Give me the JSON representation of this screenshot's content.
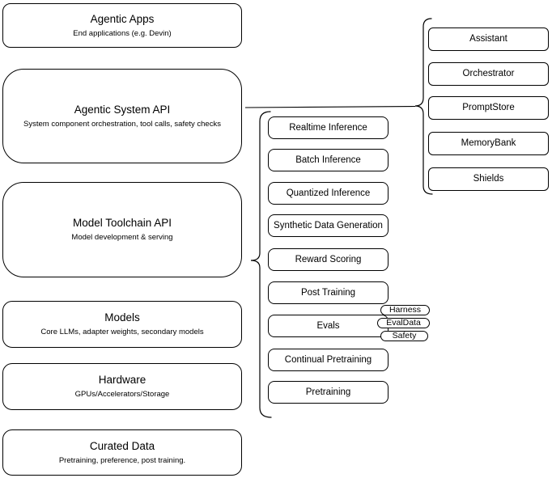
{
  "diagram": {
    "stack": [
      {
        "title": "Agentic Apps",
        "subtitle": "End applications (e.g. Devin)"
      },
      {
        "title": "Agentic System API",
        "subtitle": "System component orchestration, tool calls, safety checks"
      },
      {
        "title": "Model Toolchain API",
        "subtitle": "Model development & serving"
      },
      {
        "title": "Models",
        "subtitle": "Core LLMs, adapter weights, secondary models"
      },
      {
        "title": "Hardware",
        "subtitle": "GPUs/Accelerators/Storage"
      },
      {
        "title": "Curated Data",
        "subtitle": "Pretraining, preference, post training."
      }
    ],
    "toolchain_items": [
      "Realtime Inference",
      "Batch Inference",
      "Quantized Inference",
      "Synthetic Data Generation",
      "Reward Scoring",
      "Post Training",
      "Evals",
      "Continual Pretraining",
      "Pretraining"
    ],
    "evals_tags": [
      "Harness",
      "EvalData",
      "Safety"
    ],
    "system_components": [
      "Assistant",
      "Orchestrator",
      "PromptStore",
      "MemoryBank",
      "Shields"
    ],
    "colors": {
      "stroke": "#000000",
      "fill": "#ffffff",
      "background": "#ffffff"
    }
  }
}
